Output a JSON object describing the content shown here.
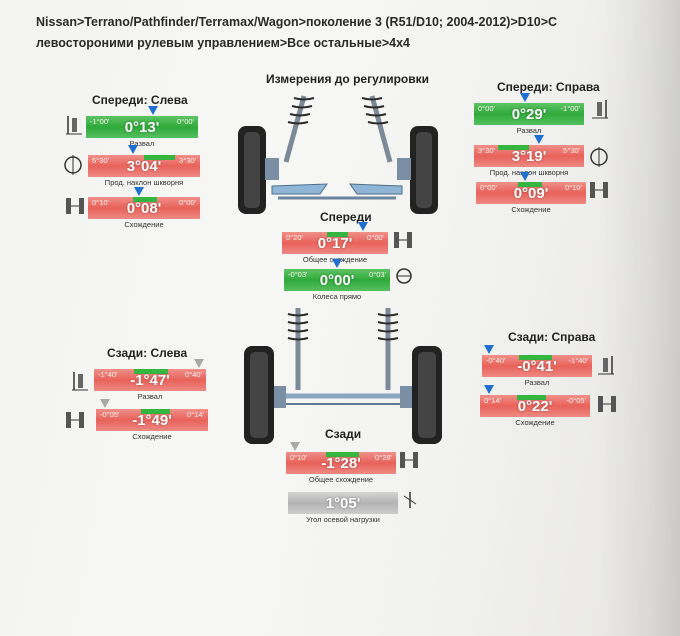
{
  "header": "Nissan>Terrano/Pathfinder/Terramax/Wagon>поколение 3 (R51/D10; 2004-2012)>D10>С левостороними рулевым управлением>Все остальные>4x4",
  "top_title": "Измерения до регулировки",
  "sections": {
    "front_left": "Спереди: Слева",
    "front_right": "Спереди: Справа",
    "front": "Спереди",
    "rear_left": "Сзади: Слева",
    "rear_right": "Сзади: Справа",
    "rear": "Сзади"
  },
  "gauges": {
    "fl_camber": {
      "value": "0°13'",
      "caption": "Развал",
      "tol_left": "-1°00'",
      "tol_right": "0°00'",
      "status": "green"
    },
    "fl_caster": {
      "value": "3°04'",
      "caption": "Прод. наклон шкворня",
      "tol_left": "5°30'",
      "tol_right": "3°30'",
      "status": "red"
    },
    "fl_toe": {
      "value": "0°08'",
      "caption": "Схождение",
      "tol_left": "0°10'",
      "tol_right": "0°00'",
      "status": "red"
    },
    "fr_camber": {
      "value": "0°29'",
      "caption": "Развал",
      "tol_left": "0°00'",
      "tol_right": "-1°00'",
      "status": "green"
    },
    "fr_caster": {
      "value": "3°19'",
      "caption": "Прод. наклон шкворня",
      "tol_left": "3°30'",
      "tol_right": "5°30'",
      "status": "red"
    },
    "fr_toe": {
      "value": "0°09'",
      "caption": "Схождение",
      "tol_left": "0°00'",
      "tol_right": "0°10'",
      "status": "red"
    },
    "front_total_toe": {
      "value": "0°17'",
      "caption": "Общее схождение",
      "tol_left": "0°20'",
      "tol_right": "0°00'",
      "status": "red"
    },
    "front_steer": {
      "value": "0°00'",
      "caption": "Колеса прямо",
      "tol_left": "-0°03'",
      "tol_right": "0°03'",
      "status": "green"
    },
    "rl_camber": {
      "value": "-1°47'",
      "caption": "Развал",
      "tol_left": "-1°40'",
      "tol_right": "0°40'",
      "status": "red"
    },
    "rl_toe": {
      "value": "-1°49'",
      "caption": "Схождение",
      "tol_left": "-0°05'",
      "tol_right": "0°14'",
      "status": "red"
    },
    "rr_camber": {
      "value": "-0°41'",
      "caption": "Развал",
      "tol_left": "-0°40'",
      "tol_right": "-1°40'",
      "status": "red"
    },
    "rr_toe": {
      "value": "0°22'",
      "caption": "Схождение",
      "tol_left": "0°14'",
      "tol_right": "-0°05'",
      "status": "red"
    },
    "rear_total_toe": {
      "value": "-1°28'",
      "caption": "Общее схождение",
      "tol_left": "0°10'",
      "tol_right": "0°28'",
      "status": "red"
    },
    "thrust_angle": {
      "value": "1°05'",
      "caption": "Угол осевой нагрузки",
      "tol_left": "",
      "tol_right": "",
      "status": "grey"
    }
  },
  "colors": {
    "red": "#e8625a",
    "green": "#2faa3a",
    "grey": "#b4b4b4",
    "arrow": "#1e6fd0"
  },
  "icons": [
    "camber-icon",
    "caster-icon",
    "toe-icon",
    "total-toe-icon",
    "steering-wheel-icon",
    "front-suspension-icon",
    "rear-suspension-icon"
  ]
}
